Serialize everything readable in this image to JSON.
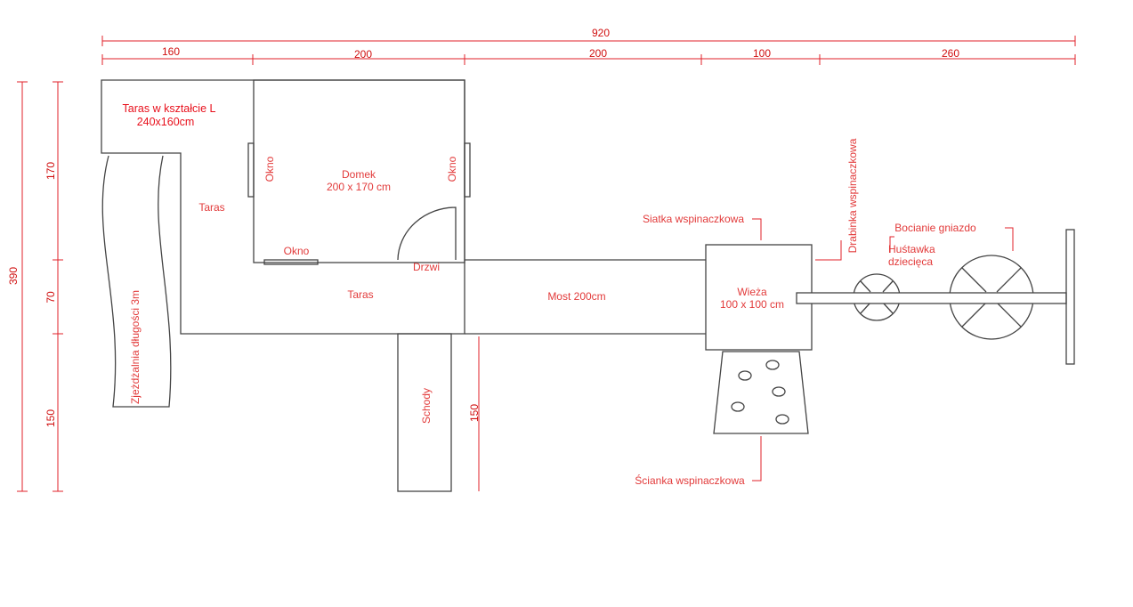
{
  "dimensions": {
    "total_width": "920",
    "widths": [
      "160",
      "200",
      "200",
      "100",
      "260"
    ],
    "total_height": "390",
    "heights": [
      "170",
      "70",
      "150"
    ],
    "stairs_length": "150"
  },
  "labels": {
    "l_terrace": "Taras w kształcie L",
    "l_terrace_size": "240x160cm",
    "slide": "Zjeżdżalnia długości 3m",
    "terrace_side": "Taras",
    "terrace_bottom": "Taras",
    "house": "Domek",
    "house_size": "200 x 170 cm",
    "window_left": "Okno",
    "window_right": "Okno",
    "window_bottom": "Okno",
    "door": "Drzwi",
    "stairs": "Schody",
    "bridge": "Most 200cm",
    "tower": "Wieża",
    "tower_size": "100 x 100 cm",
    "climbing_net": "Siatka wspinaczkowa",
    "climbing_ladder": "Drabinka wspinaczkowa",
    "climbing_wall": "Ścianka wspinaczkowa",
    "baby_swing_1": "Huśtawka",
    "baby_swing_2": "dziecięca",
    "stork_nest": "Bocianie gniazdo"
  }
}
